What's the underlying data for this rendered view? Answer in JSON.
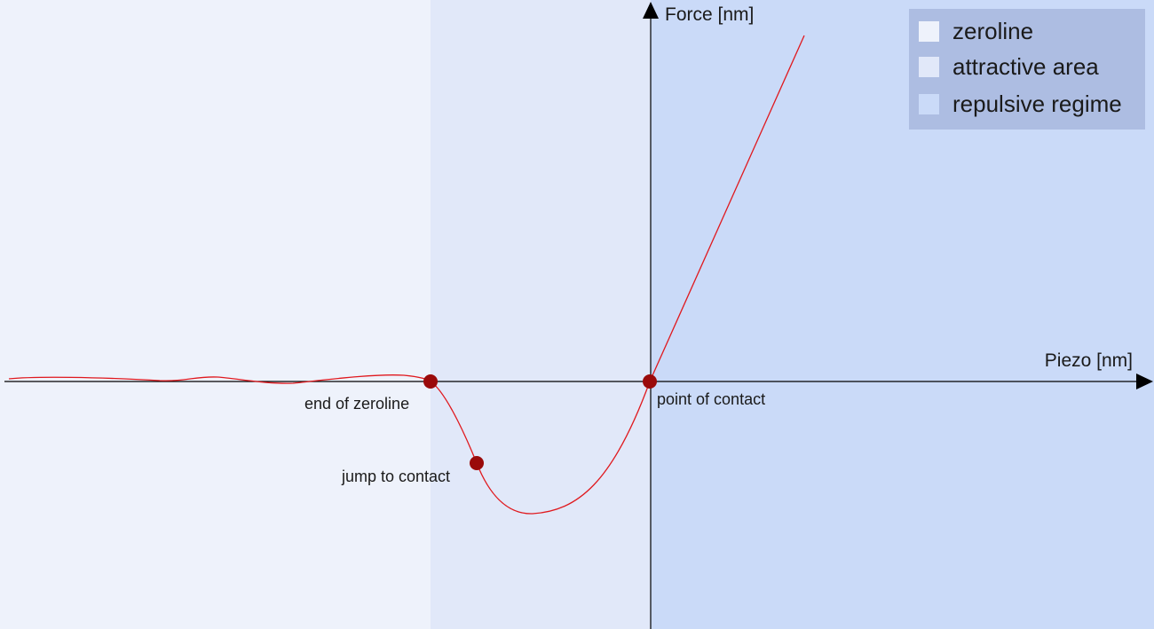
{
  "axes": {
    "x_label": "Piezo [nm]",
    "y_label": "Force [nm]"
  },
  "regions": [
    {
      "name": "zeroline",
      "color": "#eef2fb"
    },
    {
      "name": "attractive area",
      "color": "#e1e8f9"
    },
    {
      "name": "repulsive regime",
      "color": "#cadaf8"
    }
  ],
  "legend": {
    "placement": "top-right",
    "background": "#adbde2",
    "items": [
      "zeroline",
      "attractive area",
      "repulsive regime"
    ]
  },
  "markers": [
    {
      "label": "end of zeroline"
    },
    {
      "label": "jump to contact"
    },
    {
      "label": "point of contact"
    }
  ],
  "colors": {
    "curve": "#e0191e",
    "marker": "#9a0a0a",
    "axis": "#000000"
  }
}
